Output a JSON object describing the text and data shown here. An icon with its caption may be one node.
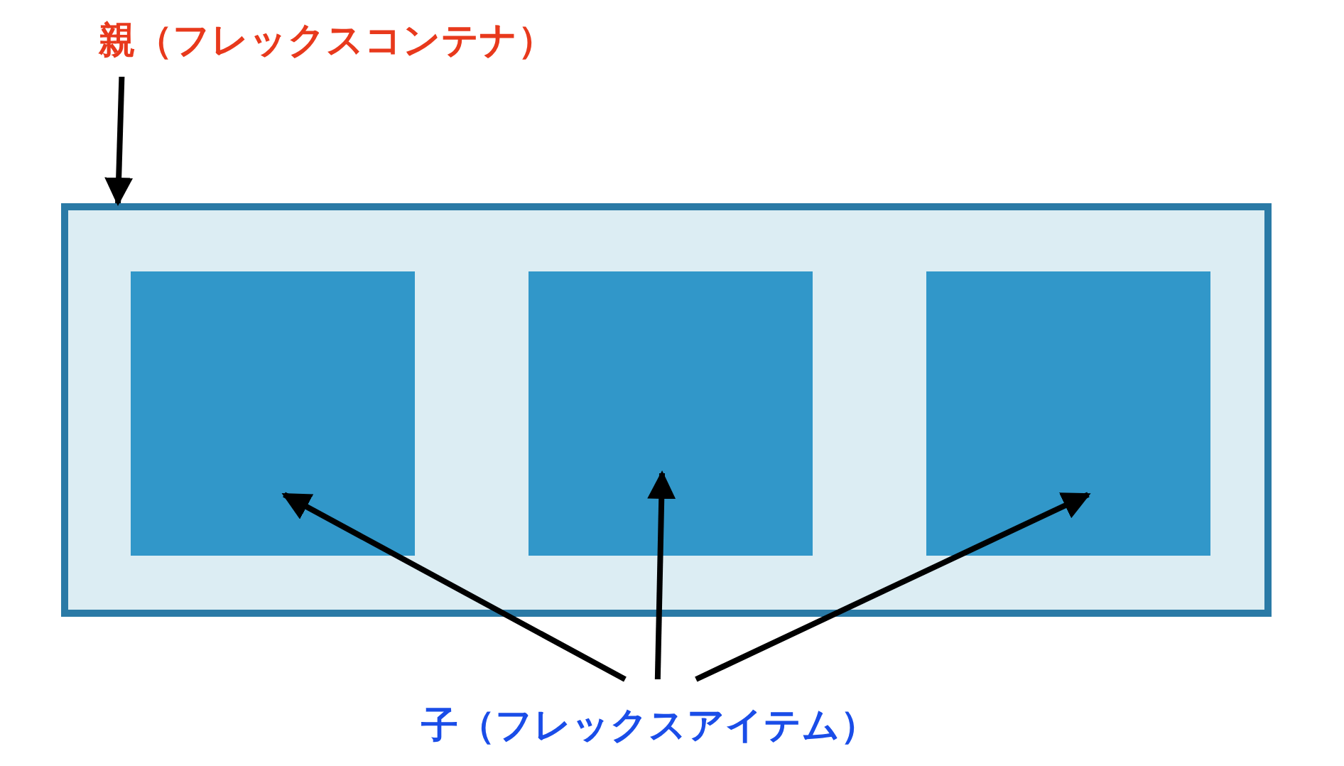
{
  "diagram": {
    "nodes": [
      {
        "text": [
          "親（フレックスコンテナ）"
        ]
      },
      {
        "text": [],
        "shape": "box"
      },
      {
        "text": [],
        "shape": "box",
        "in": 1
      },
      {
        "text": [],
        "shape": "box",
        "in": 1
      },
      {
        "text": [],
        "shape": "box",
        "in": 1
      },
      {
        "text": [
          "子（フレックスアイテム）"
        ]
      }
    ],
    "edges": [
      {
        "from": 0,
        "to": 1,
        "arrow": "to"
      },
      {
        "from": 5,
        "to": 2,
        "arrow": "to"
      },
      {
        "from": 5,
        "to": 3,
        "arrow": "to"
      },
      {
        "from": 5,
        "to": 4,
        "arrow": "to"
      }
    ]
  }
}
